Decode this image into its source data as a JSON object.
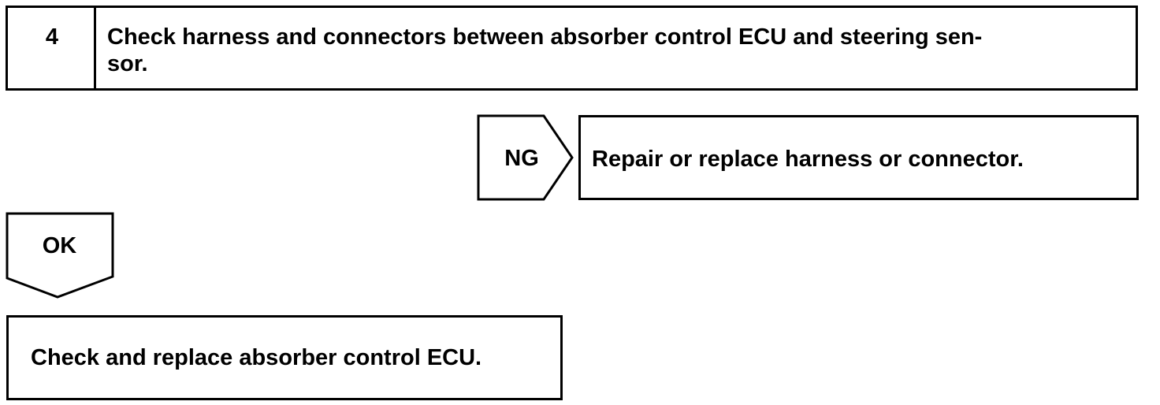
{
  "step": {
    "number": "4",
    "title": "Check harness and connectors between absorber control ECU and steering sen-\nsor."
  },
  "ng_branch": {
    "label": "NG",
    "result": "Repair or replace harness or connector."
  },
  "ok_branch": {
    "label": "OK",
    "result": "Check and replace absorber control ECU."
  }
}
